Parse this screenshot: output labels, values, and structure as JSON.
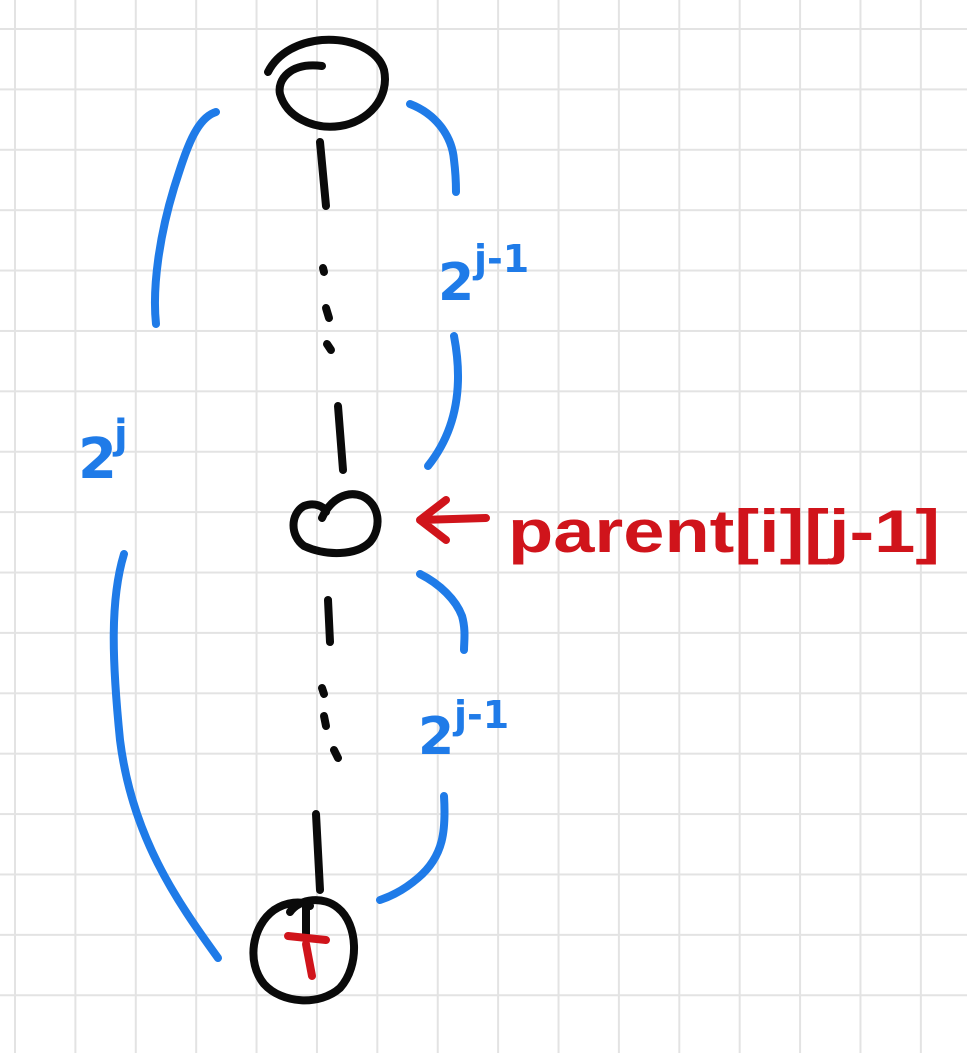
{
  "labels": {
    "span_total": {
      "base": "2",
      "exp": "j"
    },
    "span_upper": {
      "base": "2",
      "exp": "j-1"
    },
    "span_lower": {
      "base": "2",
      "exp": "j-1"
    },
    "node_i": "i",
    "midpoint_annotation": "parent[i][j-1]"
  },
  "colors": {
    "ink": "#0a0a0a",
    "span": "#1f7be8",
    "highlight": "#d0141b"
  }
}
